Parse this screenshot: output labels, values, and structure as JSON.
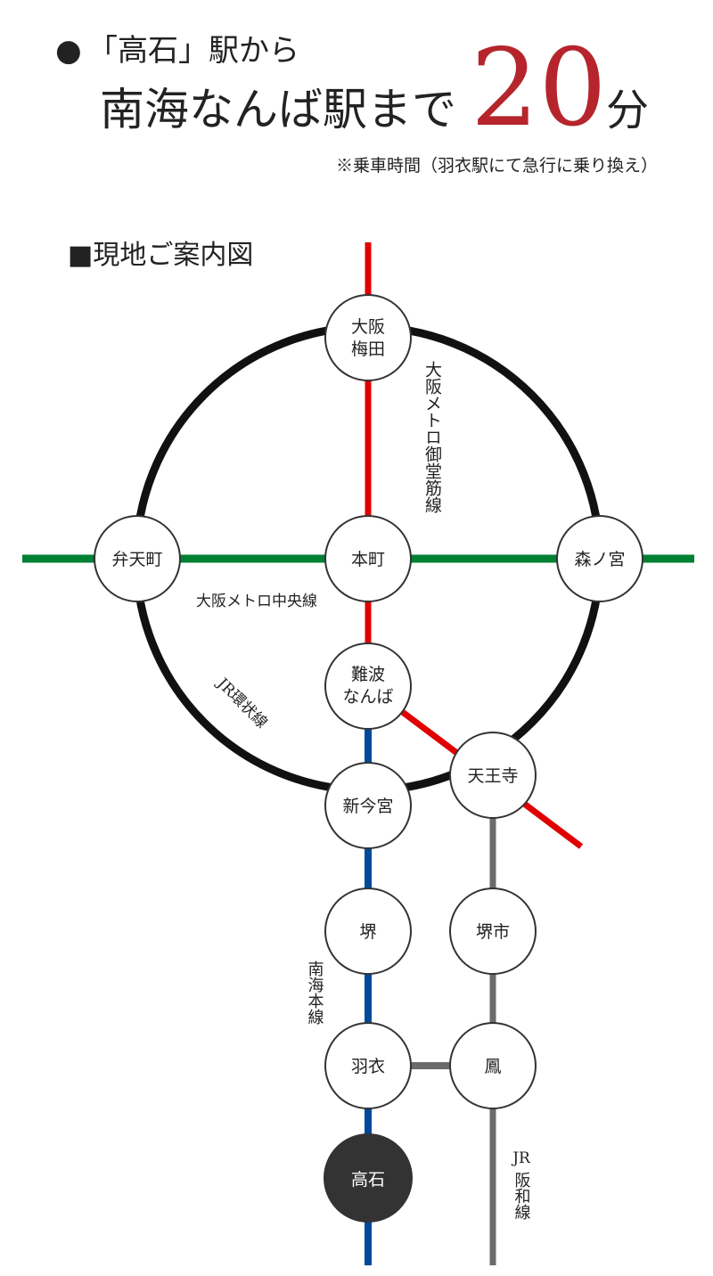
{
  "header": {
    "bullet": "●",
    "line1": "「高石」駅から",
    "line2": "南海なんば駅まで",
    "minutes": "20",
    "unit": "分",
    "note": "※乗車時間（羽衣駅にて急行に乗り換え）"
  },
  "map": {
    "title": "■現地ご案内図",
    "colors": {
      "red": "#e00000",
      "green": "#008033",
      "blue": "#004a99",
      "gray": "#6b6b6b",
      "black": "#111111",
      "accent": "#b5252b",
      "highlight_station": "#333333"
    },
    "stations": {
      "umeda": [
        "大阪",
        "梅田"
      ],
      "bentencho": [
        "弁天町"
      ],
      "honmachi": [
        "本町"
      ],
      "morinomiya": [
        "森ノ宮"
      ],
      "namba": [
        "難波",
        "なんば"
      ],
      "tennoji": [
        "天王寺"
      ],
      "shinimamiya": [
        "新今宮"
      ],
      "sakai": [
        "堺"
      ],
      "sakaishi": [
        "堺市"
      ],
      "hagoromo": [
        "羽衣"
      ],
      "otori": [
        "鳳"
      ],
      "takaishi": [
        "高石"
      ]
    },
    "lines": {
      "midosuji": "大阪メトロ御堂筋線",
      "chuo": "大阪メトロ中央線",
      "loop": "JR環状線",
      "nankai": "南海本線",
      "hanwa_1": "JR",
      "hanwa_2": "阪和線"
    }
  }
}
